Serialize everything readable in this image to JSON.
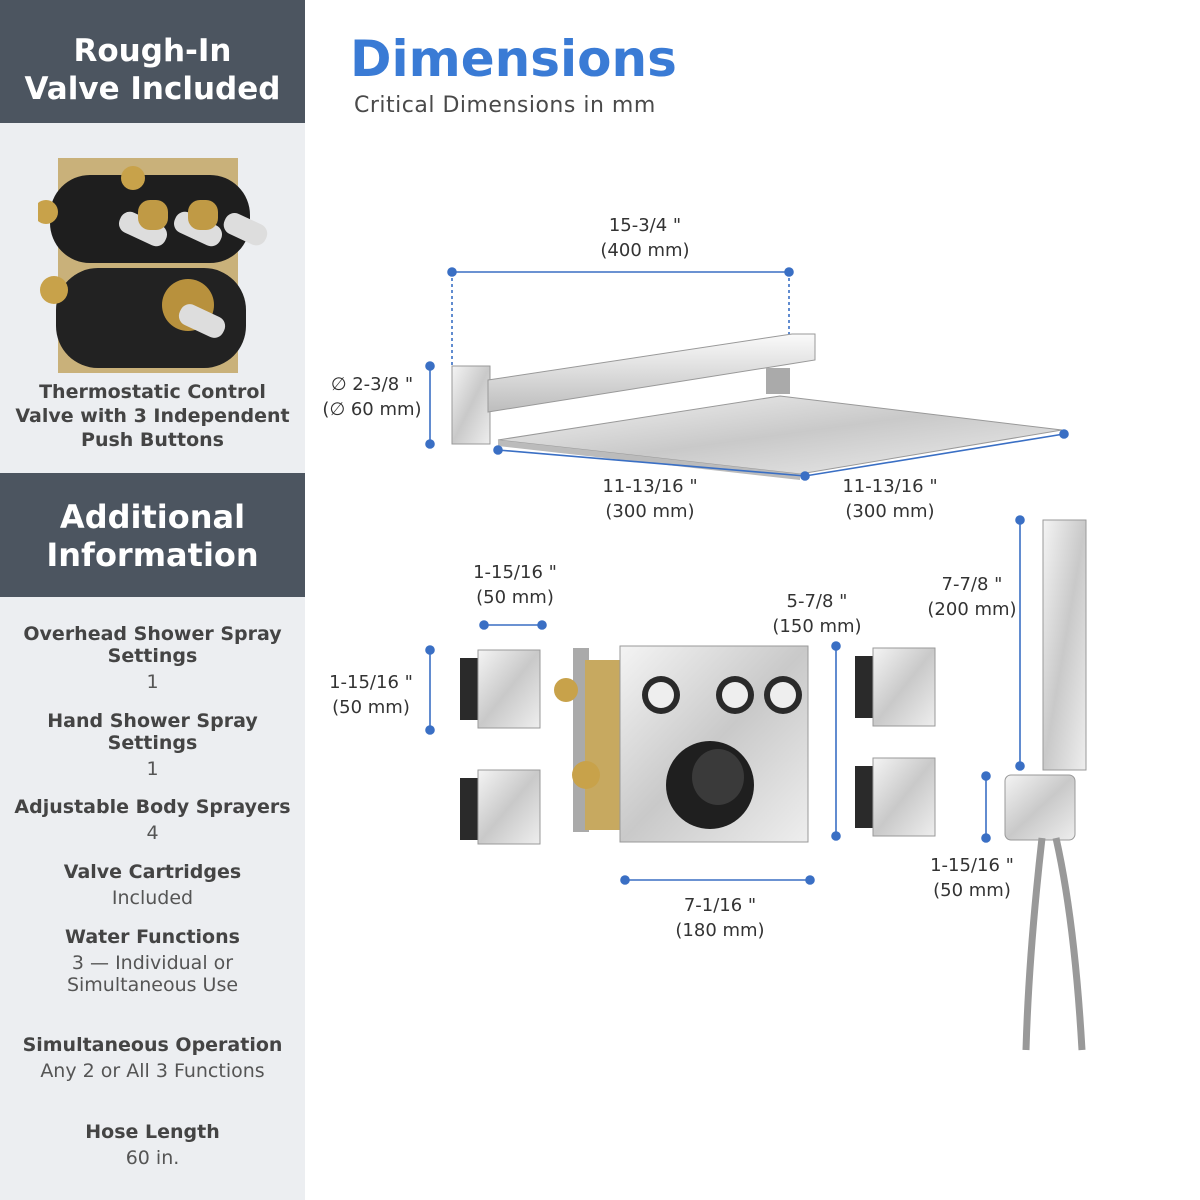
{
  "sidebar": {
    "band1": {
      "line1": "Rough-In",
      "line2": "Valve Included"
    },
    "valve_caption": {
      "line1": "Thermostatic Control",
      "line2": "Valve with 3 Independent",
      "line3": "Push Buttons"
    },
    "band2": {
      "line1": "Additional",
      "line2": "Information"
    },
    "items": [
      {
        "label_line1": "Overhead Shower Spray",
        "label_line2": "Settings",
        "value_line1": "1",
        "value_line2": ""
      },
      {
        "label_line1": "Hand Shower Spray",
        "label_line2": "Settings",
        "value_line1": "1",
        "value_line2": ""
      },
      {
        "label_line1": "Adjustable Body Sprayers",
        "label_line2": "",
        "value_line1": "4",
        "value_line2": ""
      },
      {
        "label_line1": "Valve Cartridges",
        "label_line2": "",
        "value_line1": "Included",
        "value_line2": ""
      },
      {
        "label_line1": "Water Functions",
        "label_line2": "",
        "value_line1": "3 — Individual or",
        "value_line2": "Simultaneous Use"
      },
      {
        "label_line1": "Simultaneous Operation",
        "label_line2": "",
        "value_line1": "Any 2 or All 3 Functions",
        "value_line2": ""
      },
      {
        "label_line1": "Hose Length",
        "label_line2": "",
        "value_line1": "60 in.",
        "value_line2": ""
      }
    ]
  },
  "header": {
    "title": "Dimensions",
    "subtitle": "Critical Dimensions in mm"
  },
  "dimensions": {
    "arm_length": {
      "inch": "15-3/4 \"",
      "mm": "(400 mm)"
    },
    "flange_dia": {
      "inch": "∅ 2-3/8 \"",
      "mm": "(∅ 60 mm)"
    },
    "head_width": {
      "inch": "11-13/16 \"",
      "mm": "(300 mm)"
    },
    "head_depth": {
      "inch": "11-13/16 \"",
      "mm": "(300 mm)"
    },
    "jet_width": {
      "inch": "1-15/16 \"",
      "mm": "(50 mm)"
    },
    "jet_height": {
      "inch": "1-15/16 \"",
      "mm": "(50 mm)"
    },
    "plate_height": {
      "inch": "5-7/8 \"",
      "mm": "(150 mm)"
    },
    "plate_width": {
      "inch": "7-1/16 \"",
      "mm": "(180 mm)"
    },
    "handheld_length": {
      "inch": "7-7/8 \"",
      "mm": "(200 mm)"
    },
    "holder_height": {
      "inch": "1-15/16 \"",
      "mm": "(50 mm)"
    }
  },
  "colors": {
    "accent": "#3a7bd5",
    "band": "#4c5560",
    "sidebar_bg": "#eceef1",
    "dim_line": "#3a6fc4"
  }
}
